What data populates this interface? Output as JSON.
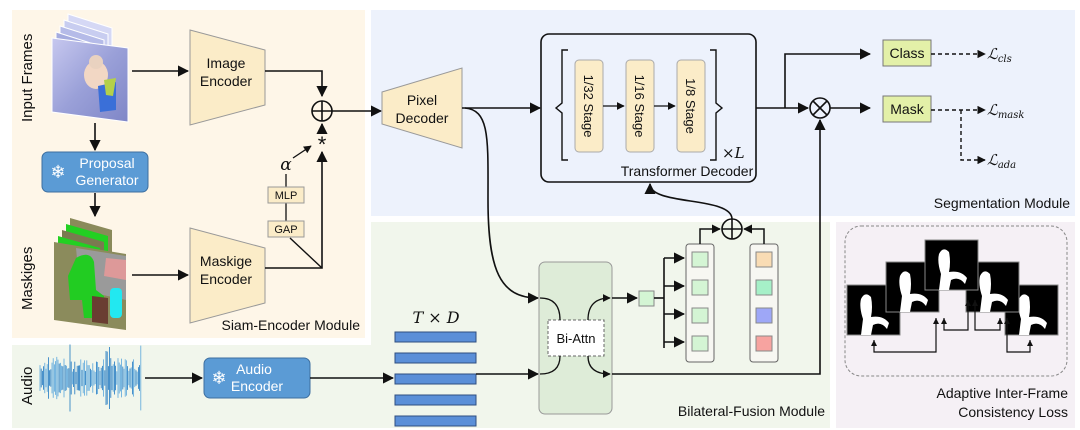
{
  "modules": {
    "siam_encoder": {
      "label": "Siam-Encoder Module",
      "bg": "#fef6e8"
    },
    "segmentation": {
      "label": "Segmentation Module",
      "bg": "#edf2fc"
    },
    "bilateral_fusion": {
      "label": "Bilateral-Fusion Module",
      "bg": "#f1f6ec"
    },
    "adaptive_loss": {
      "label_line1": "Adaptive Inter-Frame",
      "label_line2": "Consistency Loss",
      "bg": "#f5f0f5"
    }
  },
  "side_labels": {
    "input_frames": "Input Frames",
    "maskiges": "Maskiges",
    "audio": "Audio"
  },
  "blocks": {
    "image_encoder": {
      "line1": "Image",
      "line2": "Encoder"
    },
    "maskige_encoder": {
      "line1": "Maskige",
      "line2": "Encoder"
    },
    "proposal_generator": {
      "line1": "Proposal",
      "line2": "Generator",
      "icon": "snowflake-icon"
    },
    "audio_encoder": {
      "line1": "Audio",
      "line2": "Encoder",
      "icon": "snowflake-icon"
    },
    "mlp": "MLP",
    "gap": "GAP",
    "pixel_decoder": {
      "line1": "Pixel",
      "line2": "Decoder"
    },
    "transformer_decoder": {
      "label": "Transformer Decoder",
      "stages": [
        "1/32 Stage",
        "1/16 Stage",
        "1/8 Stage"
      ],
      "repeat": "×L"
    },
    "class_head": "Class",
    "mask_head": "Mask",
    "bi_attn": "Bi-Attn"
  },
  "symbols": {
    "alpha": "α",
    "star": "*",
    "audio_feature_dim": "T × D"
  },
  "losses": {
    "cls": {
      "base": "ℒ",
      "sub": "cls"
    },
    "mask": {
      "base": "ℒ",
      "sub": "mask"
    },
    "ada": {
      "base": "ℒ",
      "sub": "ada"
    }
  },
  "query_colors": [
    "#f9dcb4",
    "#a6f0c8",
    "#9ea7f7",
    "#f7a3a0"
  ],
  "colors": {
    "encoder_fill": "#fbecc8",
    "frozen_block_fill": "#5b9bd5",
    "head_fill": "#e3f0a8",
    "feature_bar_fill": "#5b8fd8",
    "query_green": "#d4f5d4"
  }
}
